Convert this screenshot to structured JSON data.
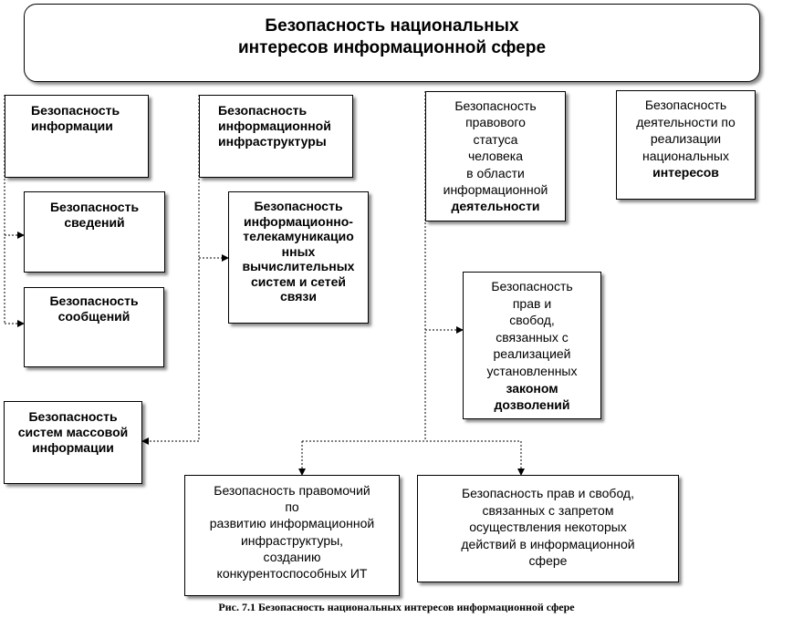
{
  "title": {
    "line1": "Безопасность национальных",
    "line2": "интересов информационной сфере"
  },
  "boxes": {
    "info": [
      "Безопасность",
      "информации"
    ],
    "svedeniy": [
      "Безопасность",
      "сведений"
    ],
    "soobscheniy": [
      "Безопасность",
      "сообщений"
    ],
    "smi": [
      "Безопасность",
      "систем массовой",
      "информации"
    ],
    "infrastruktura": [
      "Безопасность",
      "информационной",
      "инфраструктуры"
    ],
    "itks": [
      "Безопасность",
      "информационно-",
      "телекамуникацио",
      "нных",
      "вычислительных",
      "систем и сетей",
      "связи"
    ],
    "pravovoy": [
      "Безопасность",
      "правового",
      "статуса",
      "человека",
      "в области",
      "информационной",
      "деятельности"
    ],
    "prava_svobody": [
      "Безопасность",
      "прав и",
      "свобод,",
      "связанных с",
      "реализацией",
      "установленных",
      "законом",
      "дозволений"
    ],
    "deyatelnost": [
      "Безопасность",
      "деятельности по",
      "реализации",
      "национальных",
      "интересов"
    ],
    "pravomochiy": [
      "Безопасность правомочий",
      "по",
      "развитию информационной",
      "инфраструктуры,",
      "созданию",
      "конкурентоспособных  ИТ"
    ],
    "zapret": [
      "Безопасность прав и свобод,",
      "связанных с запретом",
      "осуществления  некоторых",
      "действий  в информационной",
      "сфере"
    ]
  },
  "caption": "Рис. 7.1 Безопасность национальных интересов информационной сфере"
}
